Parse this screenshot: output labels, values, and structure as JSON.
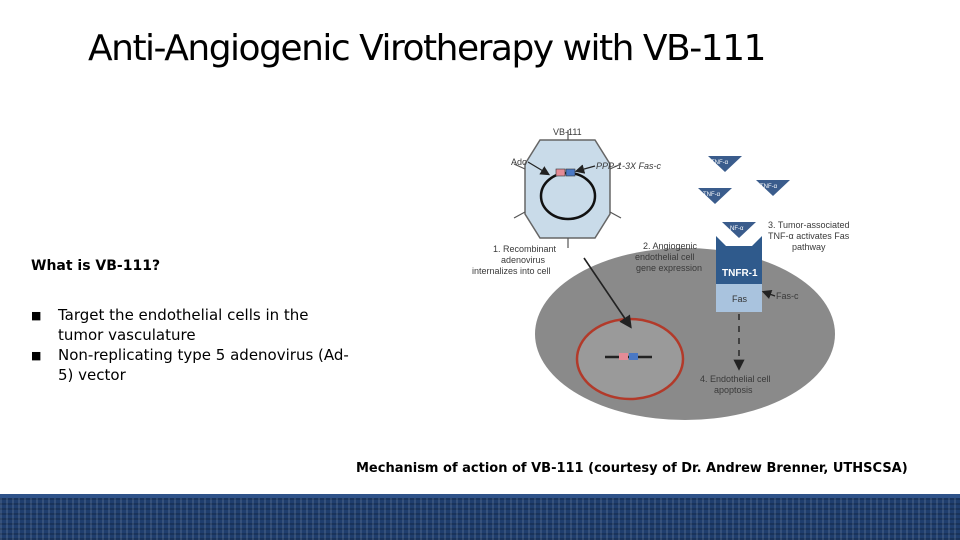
{
  "slide": {
    "title": "Anti-Angiogenic Virotherapy with VB-111",
    "question": "What is VB-111?",
    "bullets": [
      "Target the endothelial cells in the tumor vasculature",
      "Non-replicating type 5 adenovirus (Ad-5) vector"
    ],
    "caption": "Mechanism of action of VB-111 (courtesy of Dr. Andrew Brenner, UTHSCSA)"
  },
  "figure": {
    "virus_label": "VB-111",
    "ado_label": "Ado",
    "promoter_label": "PPP-1-3X Fas-c",
    "tnf_label_1": "TNF-α",
    "tnf_label_2": "TNF-α",
    "tnf_label_3": "TNF-α",
    "tnf_label_4": "NF-α",
    "step1_line1": "1. Recombinant",
    "step1_line2": "adenovirus",
    "step1_line3": "internalizes into cell",
    "step2_line1": "2. Angiogenic",
    "step2_line2": "endothelial cell",
    "step2_line3": "gene expression",
    "step3_line1": "3. Tumor-associated",
    "step3_line2": "TNF-α activates Fas",
    "step3_line3": "pathway",
    "receptor_label": "TNFR-1",
    "fas_label": "Fas",
    "fasc_label": "Fas-c",
    "step4_line1": "4. Endothelial cell",
    "step4_line2": "apoptosis",
    "colors": {
      "cell": "#8a8a8a",
      "nucleus_ring": "#b23a2a",
      "receptor": "#2f5a8c",
      "fas_box": "#a9c3de",
      "virus_fill": "#c9dbe9"
    }
  }
}
